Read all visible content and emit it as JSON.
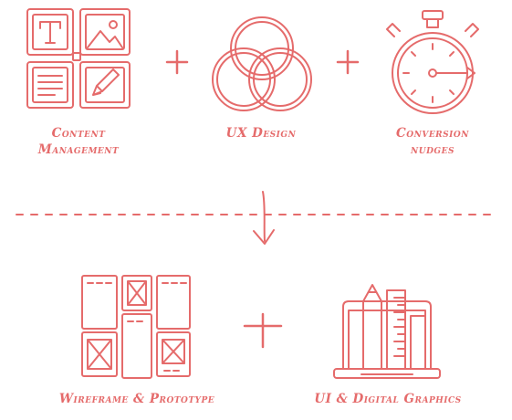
{
  "colors": {
    "accent": "#e56b6b",
    "background": "#ffffff"
  },
  "top_row": {
    "items": [
      {
        "icon": "content-layout-icon",
        "line1": "Content",
        "line2": "Management"
      },
      {
        "icon": "venn-circles-icon",
        "line1": "UX Design",
        "line2": ""
      },
      {
        "icon": "stopwatch-icon",
        "line1": "Conversion",
        "line2": "nudges"
      }
    ],
    "plus": "+"
  },
  "divider": {
    "icon": "down-arrow-icon"
  },
  "bottom_row": {
    "items": [
      {
        "icon": "wireframe-grid-icon",
        "line1": "Wireframe & Prototype"
      },
      {
        "icon": "design-tools-icon",
        "line1": "UI & Digital Graphics"
      }
    ],
    "plus": "+"
  }
}
